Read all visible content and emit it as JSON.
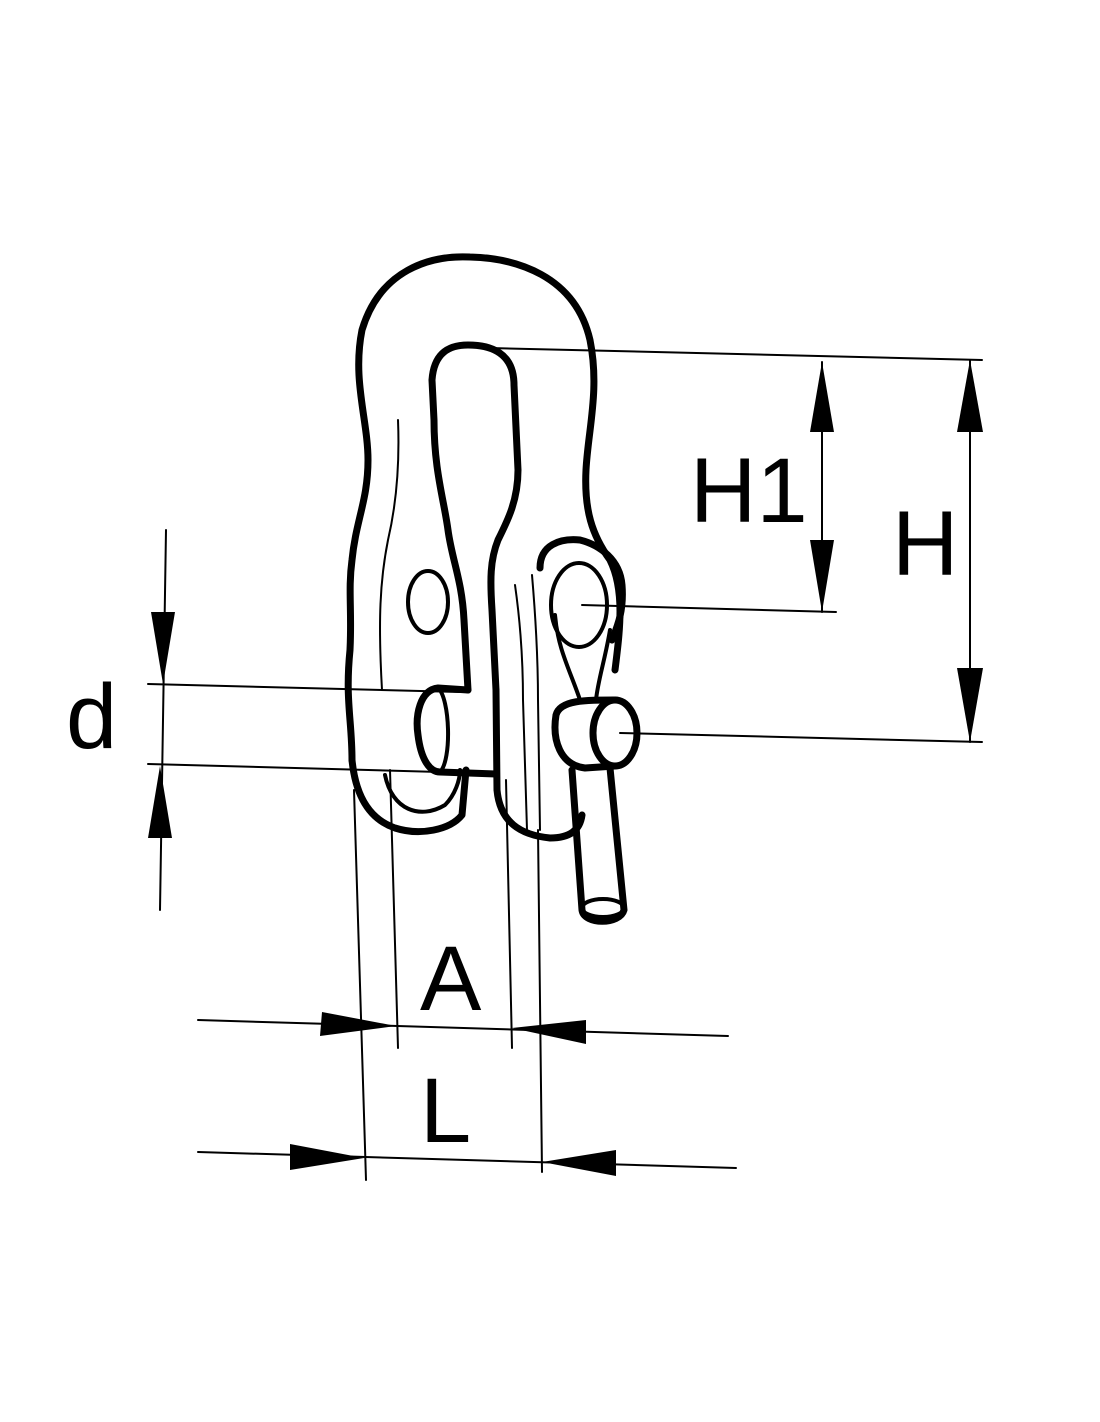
{
  "diagram": {
    "labels": {
      "h1": "H1",
      "h": "H",
      "d": "d",
      "a": "A",
      "l": "L"
    },
    "colors": {
      "line": "#000000",
      "background": "#ffffff"
    }
  }
}
